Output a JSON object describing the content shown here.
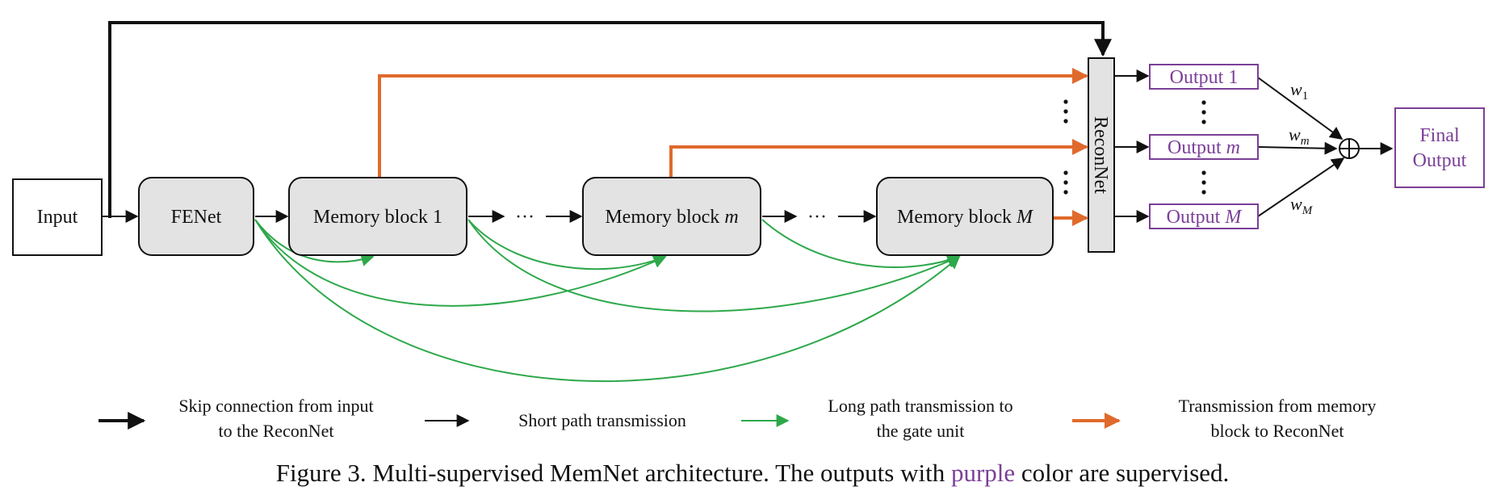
{
  "nodes": {
    "input": "Input",
    "fenet": "FENet",
    "memory_block_1": "Memory block 1",
    "memory_block_m_prefix": "Memory block ",
    "memory_block_m_var": "m",
    "memory_block_M_prefix": "Memory block ",
    "memory_block_M_var": "M",
    "reconnet": "ReconNet",
    "output_1": "Output 1",
    "output_m_prefix": "Output ",
    "output_m_var": "m",
    "output_M_prefix": "Output ",
    "output_M_var": "M",
    "final_output_line1": "Final",
    "final_output_line2": "Output",
    "ellipsis": "···",
    "plus": "+"
  },
  "weights": {
    "w1_base": "w",
    "w1_sub": "1",
    "wm_base": "w",
    "wm_sub": "m",
    "wM_base": "w",
    "wM_sub": "M"
  },
  "legend": {
    "skip_line1": "Skip connection from input",
    "skip_line2": "to the ReconNet",
    "short": "Short path transmission",
    "long_line1": "Long path transmission to",
    "long_line2": "the gate unit",
    "trans_line1": "Transmission from memory",
    "trans_line2": "block to ReconNet"
  },
  "caption": {
    "before": "Figure 3. Multi-supervised MemNet architecture. The outputs with ",
    "highlight": "purple",
    "after": " color are supervised."
  },
  "colors": {
    "skip": "#111111",
    "short": "#111111",
    "long": "#2da84a",
    "transmission": "#e06a2c",
    "supervised": "#7b3f98",
    "block_fill": "#e3e3e3"
  }
}
